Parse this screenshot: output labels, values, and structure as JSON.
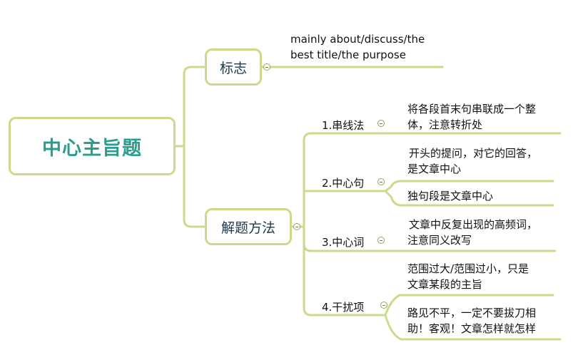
{
  "root": {
    "label": "中心主旨题"
  },
  "branches": [
    {
      "label": "标志",
      "leaves": [
        "mainly about/discuss/the",
        "best title/the purpose"
      ]
    },
    {
      "label": "解题方法",
      "methods": [
        {
          "label": "1.串线法",
          "notes": [
            [
              "将各段首末句串联成一个整",
              "体，注意转折处"
            ]
          ]
        },
        {
          "label": "2.中心句",
          "notes": [
            [
              "开头的提问，对它的回答，",
              "是文章中心"
            ],
            [
              "独句段是文章中心"
            ]
          ]
        },
        {
          "label": "3.中心词",
          "notes": [
            [
              "文章中反复出现的高频词，",
              "注意同义改写"
            ]
          ]
        },
        {
          "label": "4.干扰项",
          "notes": [
            [
              "范围过大/范围过小，只是",
              "文章某段的主旨"
            ],
            [
              "路见不平，一定不要拔刀相",
              "助！客观！文章怎样就怎样"
            ]
          ]
        }
      ]
    }
  ],
  "colors": {
    "line": "#c9dc8a",
    "root_text": "#2a9d8f",
    "node_text": "#1f3a4d"
  }
}
